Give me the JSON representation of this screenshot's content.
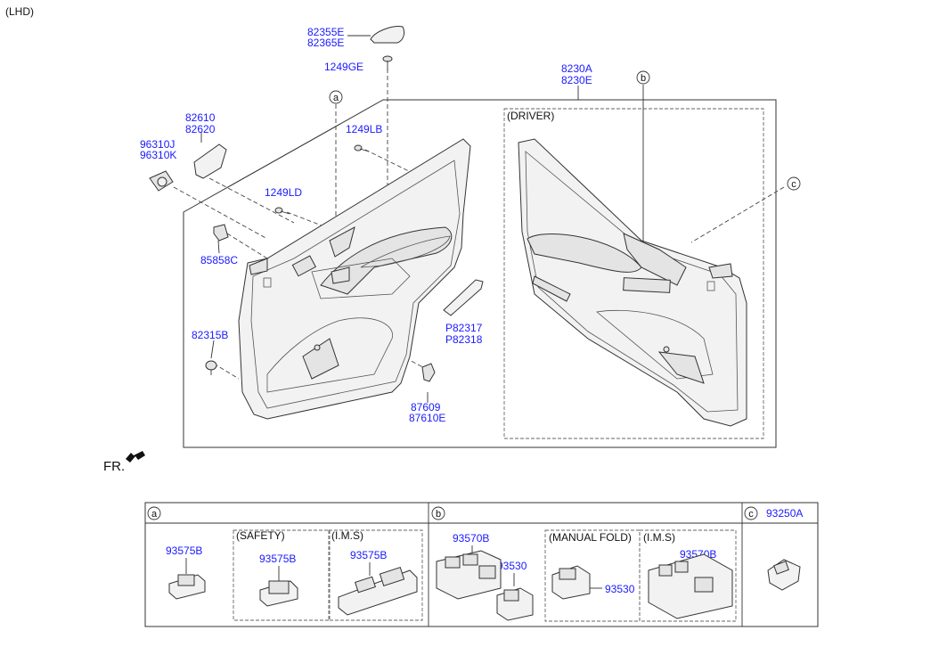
{
  "header": {
    "variant": "(LHD)"
  },
  "parts": {
    "p82355E": "82355E",
    "p82365E": "82365E",
    "p1249GE": "1249GE",
    "p8230A": "8230A",
    "p8230E": "8230E",
    "p82610": "82610",
    "p82620": "82620",
    "p96310J": "96310J",
    "p96310K": "96310K",
    "p1249LB": "1249LB",
    "p1249LD": "1249LD",
    "p85858C": "85858C",
    "p82315B": "82315B",
    "pP82317": "P82317",
    "pP82318": "P82318",
    "p87609": "87609",
    "p87610E": "87610E"
  },
  "labels": {
    "driver": "(DRIVER)",
    "front": "FR."
  },
  "callouts": {
    "a": "a",
    "b": "b",
    "c": "c"
  },
  "legend": {
    "a": {
      "letter": "a",
      "standard_part": "93575B",
      "safety_title": "(SAFETY)",
      "safety_part": "93575B",
      "ims_title": "(I.M.S)",
      "ims_part": "93575B"
    },
    "b": {
      "letter": "b",
      "main_part": "93570B",
      "main_sub_part": "93530",
      "manual_fold_title": "(MANUAL FOLD)",
      "manual_fold_part": "93530",
      "ims_title": "(I.M.S)",
      "ims_part": "93570B"
    },
    "c": {
      "letter": "c",
      "part": "93250A"
    }
  }
}
